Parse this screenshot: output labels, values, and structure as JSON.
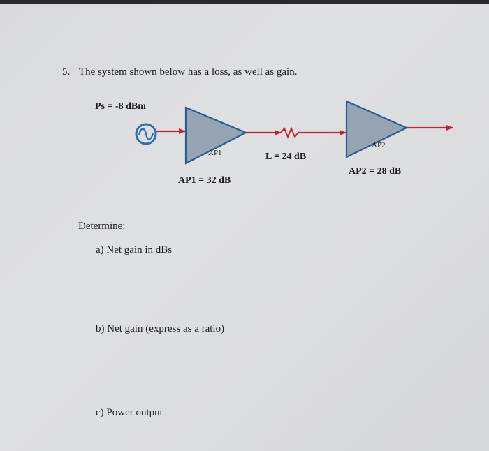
{
  "question": {
    "number": "5.",
    "text": "The system shown below has a loss, as well as gain."
  },
  "diagram": {
    "source_label": "Ps = -8 dBm",
    "amp1_inner_label": "AP1",
    "amp1_gain_label": "AP1 = 32 dB",
    "loss_label": "L = 24 dB",
    "amp2_inner_label": "AP2",
    "amp2_gain_label": "AP2 = 28 dB",
    "colors": {
      "amplifier_fill": "#95a3b2",
      "amplifier_stroke": "#2a5d93",
      "signal_line": "#c0272d",
      "source_ring": "#2e6fb0"
    }
  },
  "determine": {
    "heading": "Determine:",
    "parts": [
      "a)  Net gain in dBs",
      "b)  Net gain (express as a ratio)",
      "c)  Power output"
    ]
  }
}
